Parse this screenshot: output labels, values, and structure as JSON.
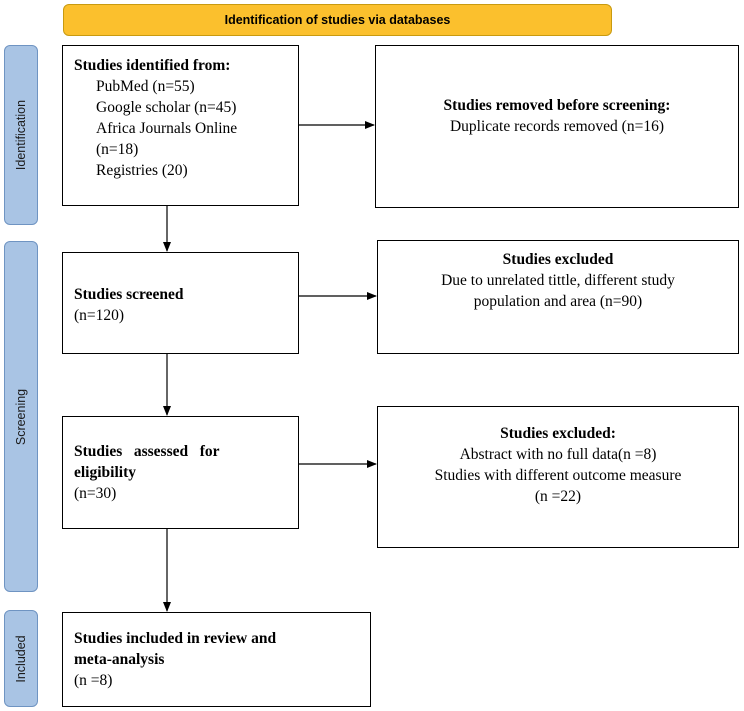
{
  "banner": "Identification of studies via databases",
  "phases": {
    "identification": "Identification",
    "screening": "Screening",
    "included": "Included"
  },
  "identified": {
    "title": "Studies identified from:",
    "sources": [
      "PubMed (n=55)",
      "Google scholar (n=45)",
      "Africa Journals Online",
      "(n=18)",
      "Registries (20)"
    ]
  },
  "removed": {
    "title": "Studies removed before screening:",
    "detail": "Duplicate records removed (n=16)"
  },
  "screened": {
    "title": "Studies screened",
    "count": "(n=120)"
  },
  "excluded1": {
    "title": "Studies excluded",
    "lines": [
      "Due to unrelated tittle, different study",
      "population and area (n=90)"
    ]
  },
  "eligibility": {
    "title_line1": "Studies   assessed   for",
    "title_line2": "eligibility",
    "count": "(n=30)"
  },
  "excluded2": {
    "title": "Studies excluded:",
    "lines": [
      "Abstract with no full data(n =8)",
      "Studies with different outcome measure",
      "(n =22)"
    ]
  },
  "included": {
    "title_line1": "Studies included in review and",
    "title_line2": "meta-analysis",
    "count": "(n =8)"
  }
}
